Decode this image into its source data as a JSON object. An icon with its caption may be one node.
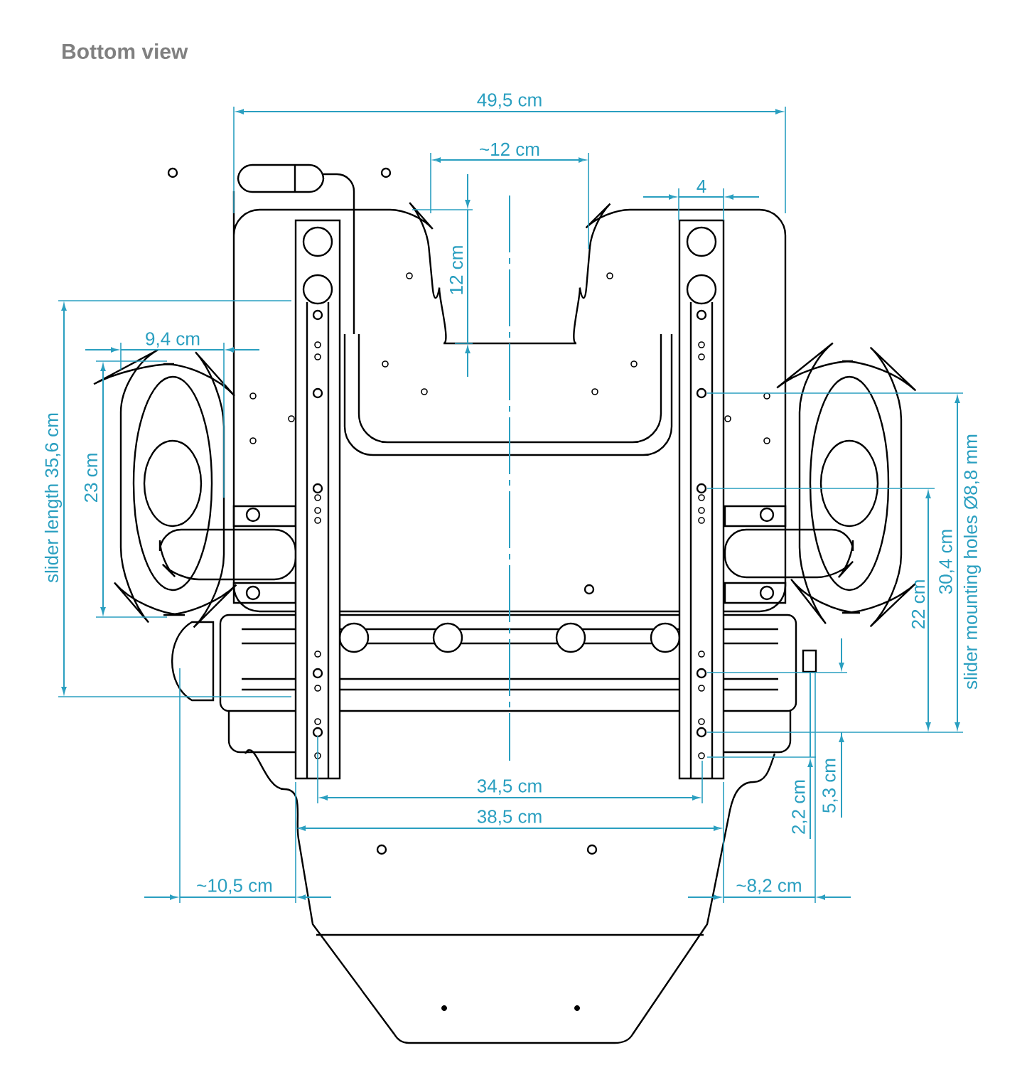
{
  "diagram": {
    "title": "Bottom view",
    "labels": [
      "49,5 cm",
      "~12 cm",
      "4",
      "12 cm",
      "9,4 cm",
      "slider length 35,6 cm",
      "23 cm",
      "slider mounting holes Ø8,8 mm",
      "30,4 cm",
      "22 cm",
      "34,5 cm",
      "38,5 cm",
      "5,3 cm",
      "2,2 cm",
      "~10,5 cm",
      "~8,2 cm"
    ]
  }
}
